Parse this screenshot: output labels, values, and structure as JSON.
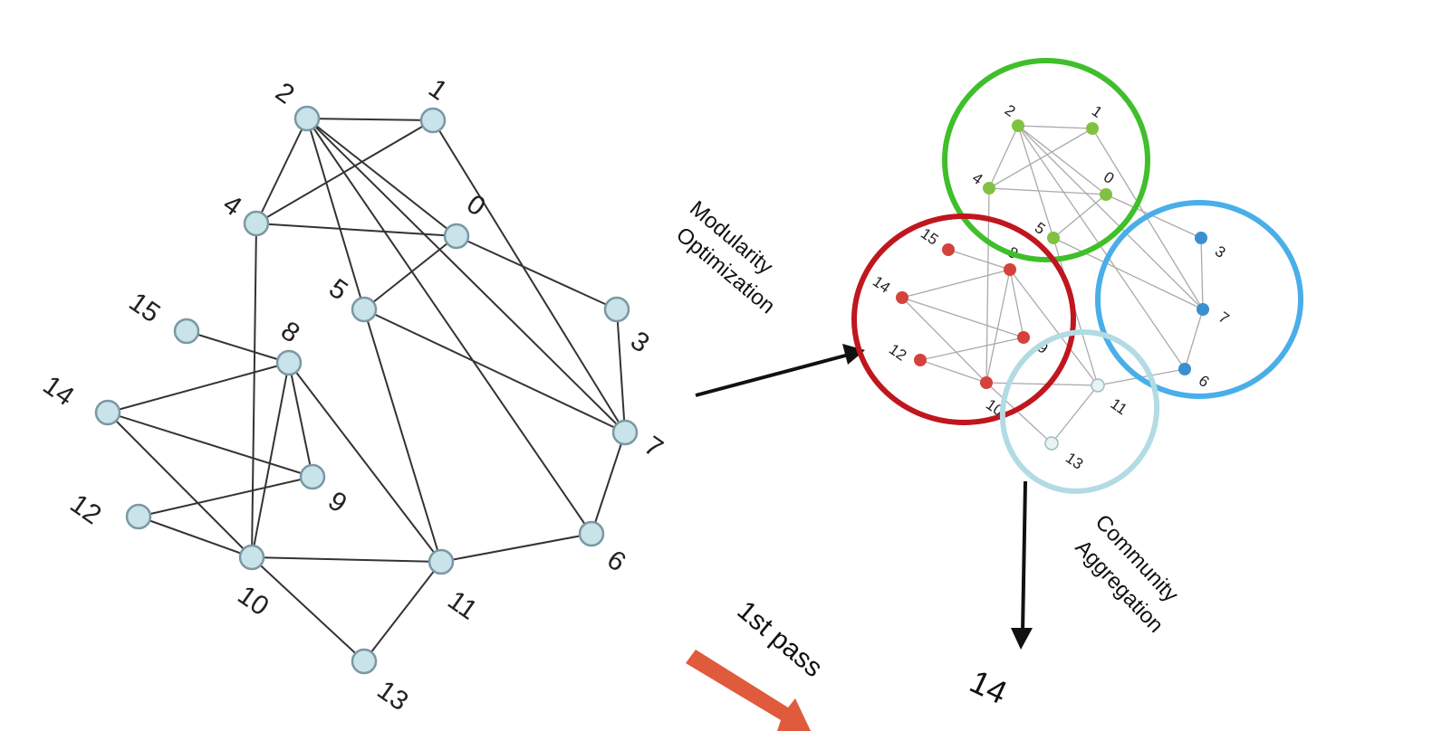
{
  "original_graph": {
    "nodes": [
      "0",
      "1",
      "2",
      "3",
      "4",
      "5",
      "6",
      "7",
      "8",
      "9",
      "10",
      "11",
      "12",
      "13",
      "14",
      "15"
    ],
    "edges": [
      [
        "2",
        "1"
      ],
      [
        "2",
        "4"
      ],
      [
        "2",
        "0"
      ],
      [
        "2",
        "5"
      ],
      [
        "2",
        "7"
      ],
      [
        "2",
        "6"
      ],
      [
        "1",
        "4"
      ],
      [
        "1",
        "7"
      ],
      [
        "4",
        "0"
      ],
      [
        "4",
        "10"
      ],
      [
        "0",
        "5"
      ],
      [
        "0",
        "3"
      ],
      [
        "5",
        "11"
      ],
      [
        "5",
        "7"
      ],
      [
        "3",
        "7"
      ],
      [
        "7",
        "6"
      ],
      [
        "6",
        "11"
      ],
      [
        "15",
        "8"
      ],
      [
        "14",
        "8"
      ],
      [
        "14",
        "9"
      ],
      [
        "14",
        "10"
      ],
      [
        "12",
        "9"
      ],
      [
        "12",
        "10"
      ],
      [
        "8",
        "9"
      ],
      [
        "8",
        "10"
      ],
      [
        "8",
        "11"
      ],
      [
        "10",
        "11"
      ],
      [
        "10",
        "13"
      ],
      [
        "11",
        "13"
      ]
    ]
  },
  "step1": {
    "label_line1": "Modularity",
    "label_line2": "Optimization"
  },
  "partitioned_graph": {
    "communities": [
      {
        "color": "#3fbf2a",
        "nodes": [
          "0",
          "1",
          "2",
          "4",
          "5"
        ]
      },
      {
        "color": "#c0161e",
        "nodes": [
          "8",
          "9",
          "10",
          "12",
          "14",
          "15"
        ]
      },
      {
        "color": "#4aaee8",
        "nodes": [
          "3",
          "6",
          "7"
        ]
      },
      {
        "color": "#b2dbe3",
        "nodes": [
          "11",
          "13"
        ]
      }
    ],
    "node_colors": {
      "green": "#7fc241",
      "red": "#d4423c",
      "blue": "#3a8fd1",
      "pale": "#e8f3f3"
    }
  },
  "step2": {
    "label_line1": "Community",
    "label_line2": "Aggregation"
  },
  "pass_label": "1st pass",
  "bottom_label": "14",
  "colors": {
    "pass_arrow": "#e05a3c",
    "arrow": "#111111"
  }
}
